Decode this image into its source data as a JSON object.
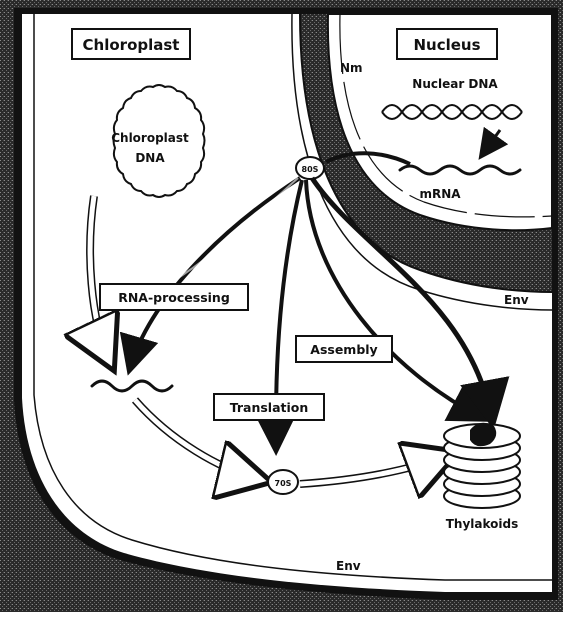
{
  "labels": {
    "chloroplast": "Chloroplast",
    "nucleus": "Nucleus",
    "nm": "Nm",
    "nuclear_dna": "Nuclear DNA",
    "chloroplast_dna_line1": "Chloroplast",
    "chloroplast_dna_line2": "DNA",
    "mrna": "mRNA",
    "ribosome_80s": "80S",
    "ribosome_70s": "70S",
    "rna_processing": "RNA-processing",
    "assembly": "Assembly",
    "translation": "Translation",
    "thylakoids": "Thylakoids",
    "env_right": "Env",
    "env_bottom": "Env"
  },
  "colors": {
    "cytoplasm": "#2b2b2b",
    "stroma": "#ffffff",
    "ink": "#111111"
  }
}
